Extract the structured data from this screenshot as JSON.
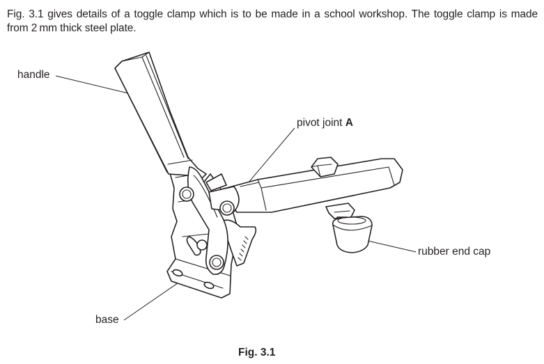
{
  "intro": {
    "text": "Fig. 3.1 gives details of a toggle clamp which is to be made in a school workshop. The toggle clamp is made from 2 mm thick steel plate."
  },
  "figure": {
    "labels": {
      "handle": "handle",
      "pivot_joint_prefix": "pivot joint ",
      "pivot_joint_letter": "A",
      "rubber_end_cap": "rubber end cap",
      "base": "base"
    },
    "caption": "Fig. 3.1"
  }
}
